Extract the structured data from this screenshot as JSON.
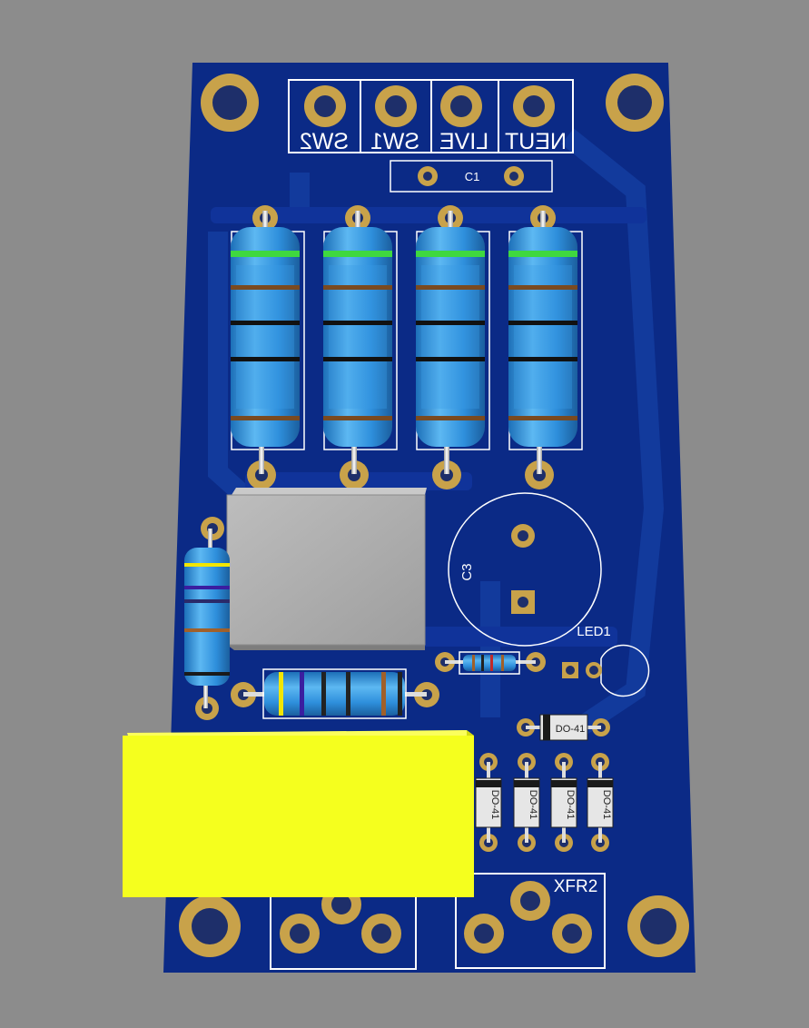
{
  "colors": {
    "background": "#8c8c8c",
    "board": "#0b2a86",
    "trace": "#123a9c",
    "pad": "#c8a24a",
    "pad_hole": "#1e2f6a",
    "silkscreen": "#ffffff",
    "resistor_body": "#2e8fdc",
    "resistor_body_light": "#5db8f2",
    "capacitor_body": "#b3b3b3",
    "transformer_body": "#f5ff1e",
    "diode_body": "#e6e6e6",
    "diode_band": "#1a1a1a"
  },
  "connector_labels": [
    "SW2",
    "SW1",
    "LIVE",
    "NEUT"
  ],
  "designators": {
    "c1": "C1",
    "c3": "C3",
    "led1": "LED1",
    "xfr2": "XFR2"
  },
  "diode_package_label": "DO-41",
  "power_resistors": [
    {
      "bands": [
        "#3fd83f",
        "#7a4a20",
        "#111111",
        "#111111",
        "#7a4a20"
      ]
    },
    {
      "bands": [
        "#3fd83f",
        "#7a4a20",
        "#111111",
        "#111111",
        "#7a4a20"
      ]
    },
    {
      "bands": [
        "#3fd83f",
        "#7a4a20",
        "#111111",
        "#111111",
        "#7a4a20"
      ]
    },
    {
      "bands": [
        "#3fd83f",
        "#7a4a20",
        "#111111",
        "#111111",
        "#7a4a20"
      ]
    }
  ],
  "small_resistor_vertical": {
    "bands": [
      "#f2e600",
      "#3a1ea0",
      "#2a2a6a",
      "#a0602a",
      "#1a1a1a"
    ]
  },
  "small_resistor_horizontal": {
    "bands": [
      "#f2e600",
      "#3a1ea0",
      "#222222",
      "#222222",
      "#a0602a",
      "#222222"
    ]
  },
  "tiny_resistor": {
    "bands": [
      "#a0602a",
      "#222222",
      "#c02a2a",
      "#a0602a"
    ]
  }
}
